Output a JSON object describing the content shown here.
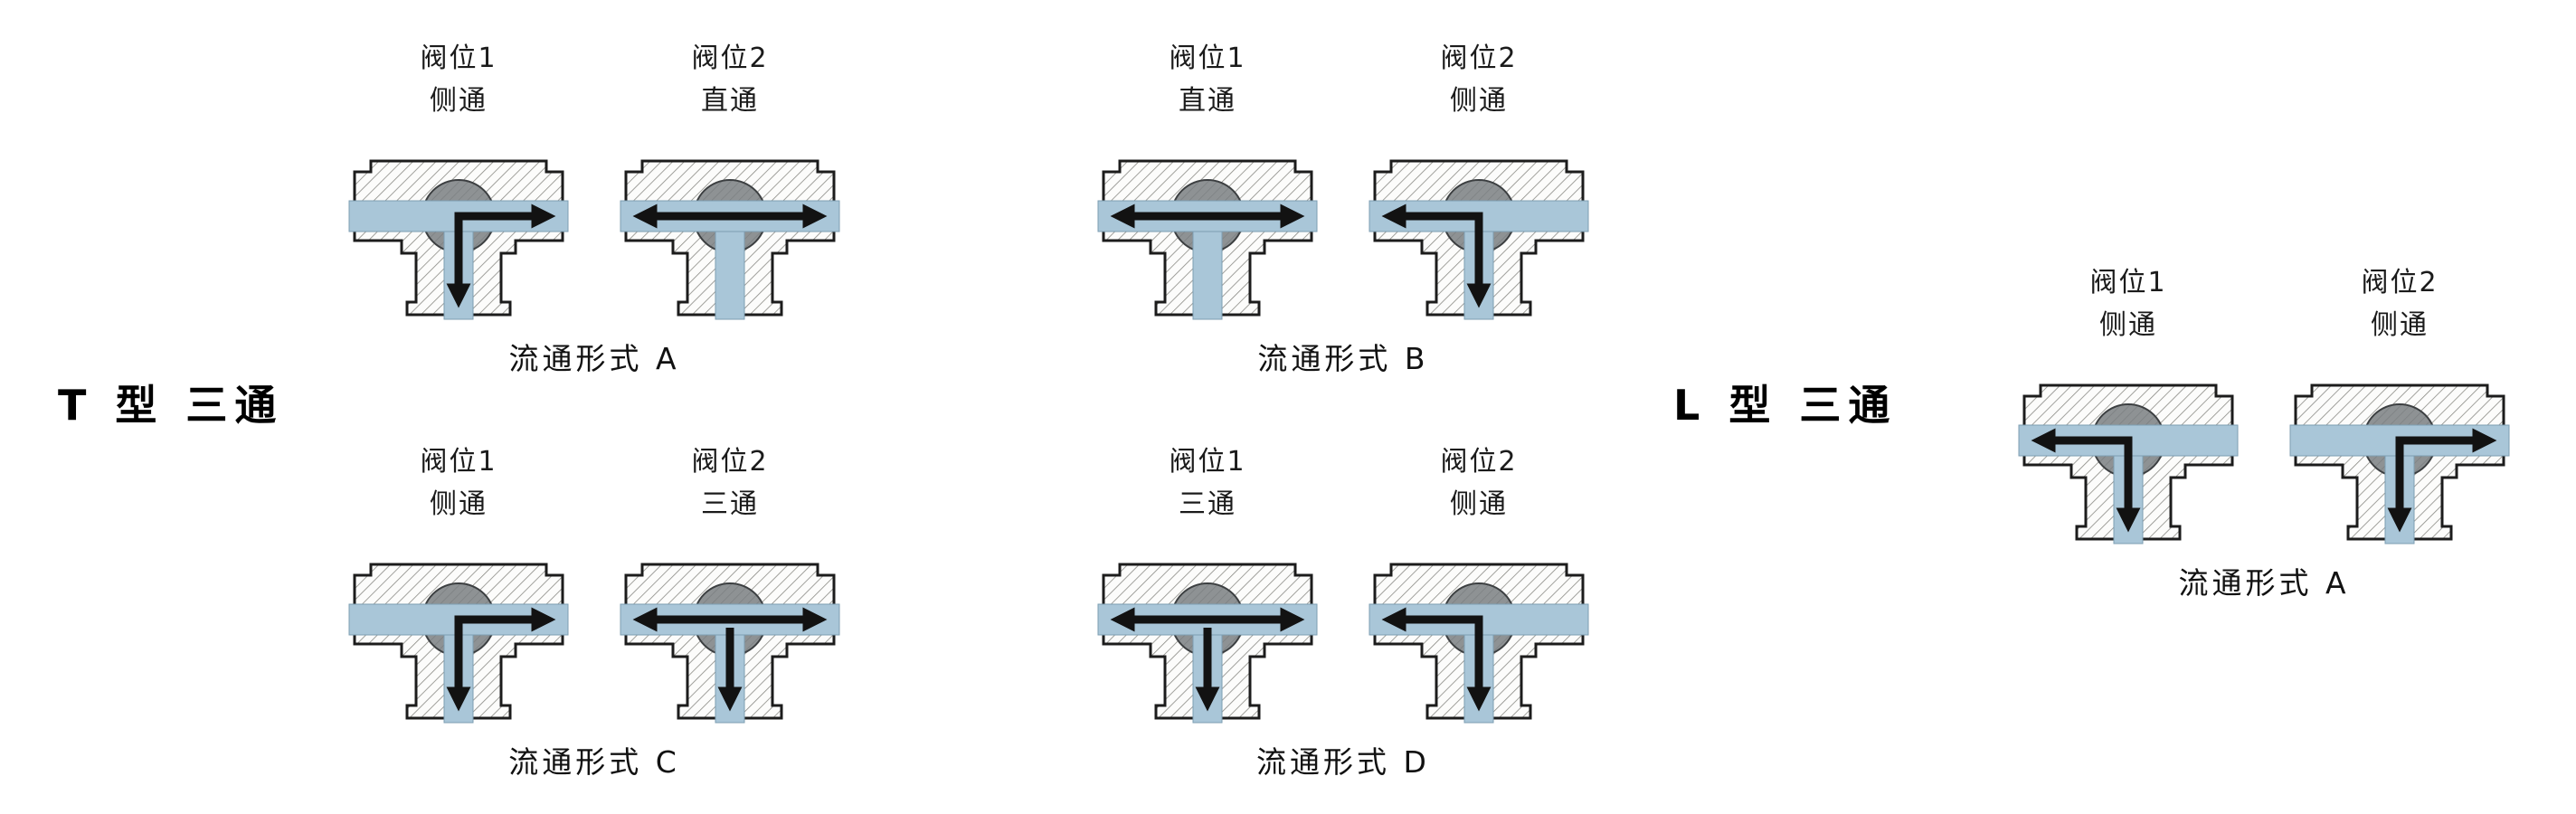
{
  "page": {
    "background": "#ffffff"
  },
  "colors": {
    "channel": "#a9c6d8",
    "channel_edge": "#7d9eb2",
    "ball": "#8e9294",
    "ball_edge": "#3c3f41",
    "arrow": "#121212",
    "body_outline": "#1c1c1c",
    "hatch_line": "#8a8a85",
    "hatch_bg": "#fcfcfb"
  },
  "sections": [
    {
      "id": "t-type",
      "title": "T 型  三通",
      "groups": [
        {
          "id": "A",
          "caption": "流通形式 A",
          "valves": [
            {
              "position_label": "阀位1",
              "mode_label": "侧通",
              "flow": "elbow-rd"
            },
            {
              "position_label": "阀位2",
              "mode_label": "直通",
              "flow": "straight"
            }
          ]
        },
        {
          "id": "B",
          "caption": "流通形式 B",
          "valves": [
            {
              "position_label": "阀位1",
              "mode_label": "直通",
              "flow": "straight"
            },
            {
              "position_label": "阀位2",
              "mode_label": "侧通",
              "flow": "elbow-ld"
            }
          ]
        },
        {
          "id": "C",
          "caption": "流通形式 C",
          "valves": [
            {
              "position_label": "阀位1",
              "mode_label": "侧通",
              "flow": "elbow-rd"
            },
            {
              "position_label": "阀位2",
              "mode_label": "三通",
              "flow": "tee"
            }
          ]
        },
        {
          "id": "D",
          "caption": "流通形式 D",
          "valves": [
            {
              "position_label": "阀位1",
              "mode_label": "三通",
              "flow": "tee"
            },
            {
              "position_label": "阀位2",
              "mode_label": "侧通",
              "flow": "elbow-ld"
            }
          ]
        }
      ]
    },
    {
      "id": "l-type",
      "title": "L 型  三通",
      "groups": [
        {
          "id": "L-A",
          "caption": "流通形式 A",
          "valves": [
            {
              "position_label": "阀位1",
              "mode_label": "侧通",
              "flow": "elbow-ld"
            },
            {
              "position_label": "阀位2",
              "mode_label": "侧通",
              "flow": "elbow-rd"
            }
          ]
        }
      ]
    }
  ]
}
